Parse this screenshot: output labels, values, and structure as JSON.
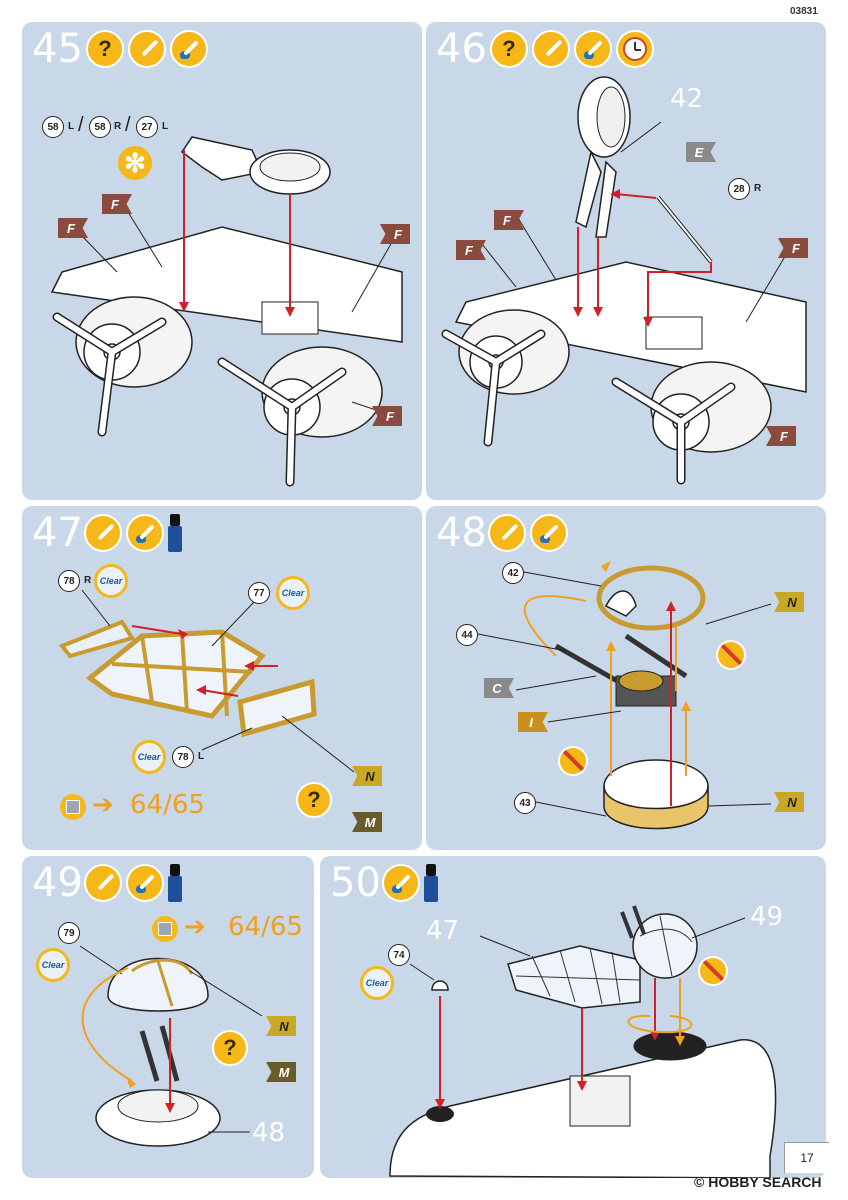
{
  "doc_code": "03831",
  "page_number": "17",
  "watermark": "HOBBY SEARCH",
  "watermark_mark": "©",
  "steps": [
    {
      "number": "45",
      "parts": {
        "p1": "58",
        "s1": "L",
        "p2": "58",
        "s2": "R",
        "p3": "27",
        "s3": "L"
      },
      "flag": "F"
    },
    {
      "number": "46",
      "label": "42",
      "part": "28",
      "part_side": "R",
      "flag_e": "E",
      "flag": "F"
    },
    {
      "number": "47",
      "p78a": "78",
      "p78a_side": "R",
      "p77": "77",
      "p78b": "78",
      "p78b_side": "L",
      "clear": "Clear",
      "ref": "64/65",
      "flag_n": "N",
      "flag_m": "M",
      "q": "?"
    },
    {
      "number": "48",
      "p42": "42",
      "p44": "44",
      "p43": "43",
      "flag_n": "N",
      "flag_c": "C",
      "flag_i": "I"
    },
    {
      "number": "49",
      "p79": "79",
      "clear": "Clear",
      "ref": "64/65",
      "flag_n": "N",
      "flag_m": "M",
      "label48": "48",
      "q": "?"
    },
    {
      "number": "50",
      "p74": "74",
      "clear": "Clear",
      "label47": "47",
      "label49": "49"
    }
  ],
  "icon_q": "?",
  "icon_star": "✻"
}
